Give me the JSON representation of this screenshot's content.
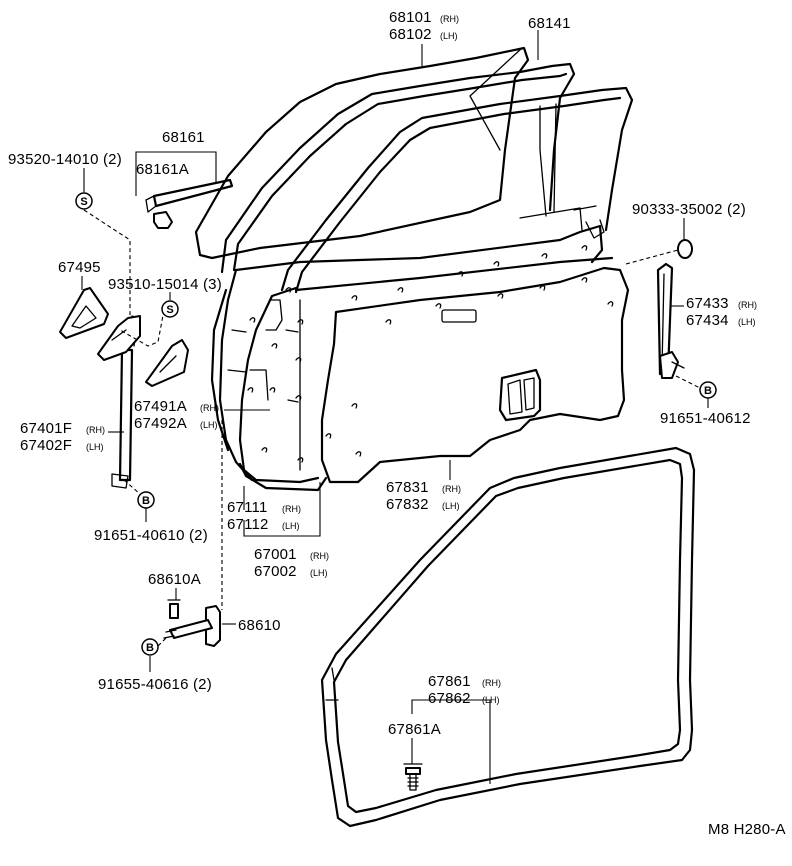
{
  "diagram_code": "M8 H280-A",
  "labels": {
    "p68101": "68101",
    "p68101_side": "(RH)",
    "p68102": "68102",
    "p68102_side": "(LH)",
    "p68141": "68141",
    "p68161": "68161",
    "p68161a": "68161A",
    "p93520": "93520-14010 (2)",
    "p90333": "90333-35002 (2)",
    "p67495": "67495",
    "p93510": "93510-15014 (3)",
    "p67433": "67433",
    "p67433_side": "(RH)",
    "p67434": "67434",
    "p67434_side": "(LH)",
    "p67491a": "67491A",
    "p67491a_side": "(RH)",
    "p67492a": "67492A",
    "p67492a_side": "(LH)",
    "p67401f": "67401F",
    "p67401f_side": "(RH)",
    "p67402f": "67402F",
    "p67402f_side": "(LH)",
    "p91651_40612": "91651-40612",
    "p67111": "67111",
    "p67111_side": "(RH)",
    "p67112": "67112",
    "p67112_side": "(LH)",
    "p67831": "67831",
    "p67831_side": "(RH)",
    "p67832": "67832",
    "p67832_side": "(LH)",
    "p91651_40610": "91651-40610 (2)",
    "p67001": "67001",
    "p67001_side": "(RH)",
    "p67002": "67002",
    "p67002_side": "(LH)",
    "p68610a": "68610A",
    "p68610": "68610",
    "p91655": "91655-40616 (2)",
    "p67861": "67861",
    "p67861_side": "(RH)",
    "p67862": "67862",
    "p67862_side": "(LH)",
    "p67861a": "67861A"
  },
  "symbols": {
    "s": "S",
    "b": "B"
  }
}
